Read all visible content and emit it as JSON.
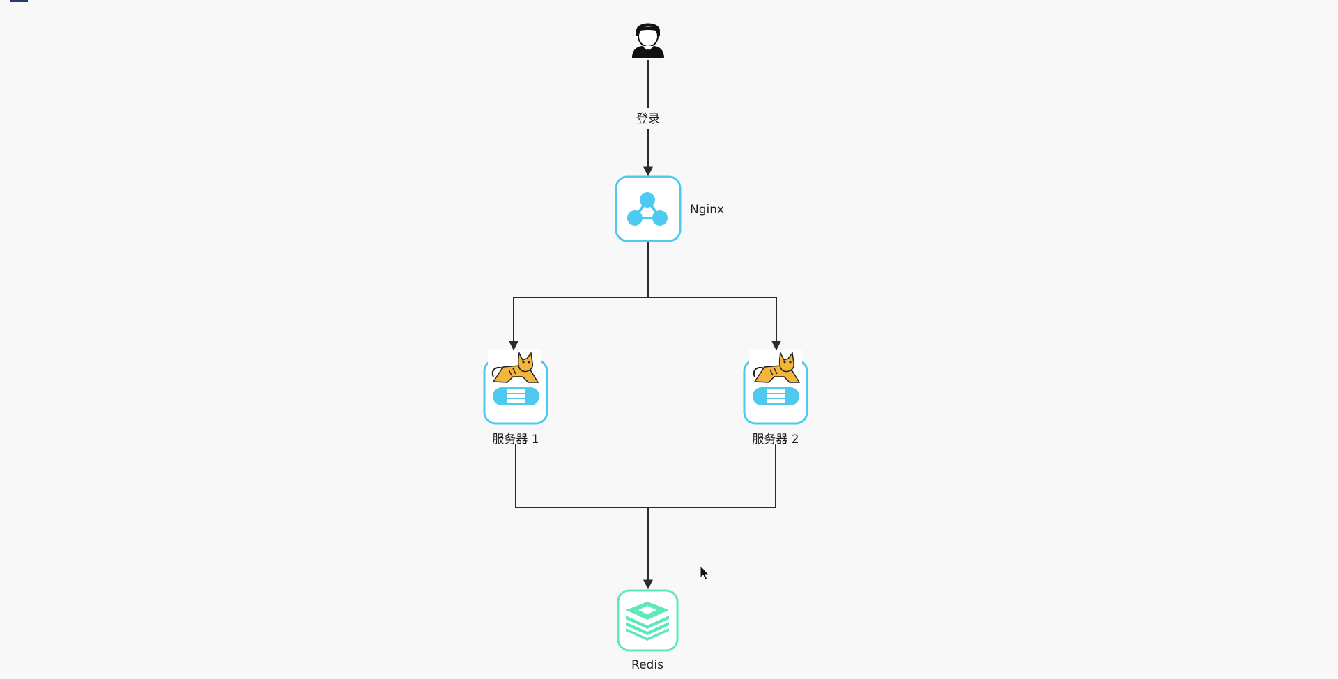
{
  "diagram": {
    "edges": {
      "login_label": "登录"
    },
    "nodes": {
      "nginx": {
        "label": "Nginx"
      },
      "server1": {
        "label": "服务器 1"
      },
      "server2": {
        "label": "服务器 2"
      },
      "redis": {
        "label": "Redis"
      }
    }
  },
  "colors": {
    "background": "#f8f8f8",
    "line": "#2b2b2b",
    "nginx_blue": "#4ec9ef",
    "server_blue": "#4ec9ef",
    "redis_green": "#5ee8bd",
    "tomcat_orange": "#f3b53a"
  },
  "icons": {
    "user": "user-icon",
    "nginx": "nginx-icon",
    "tomcat": "tomcat-icon",
    "server": "server-icon",
    "redis": "redis-icon",
    "cursor": "cursor-icon"
  }
}
